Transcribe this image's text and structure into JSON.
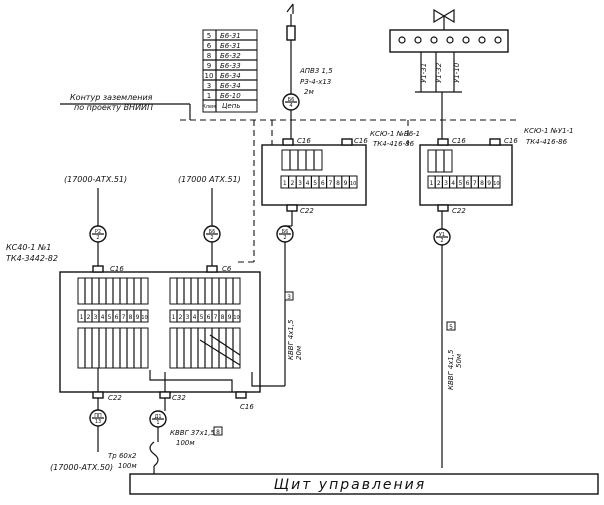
{
  "table": {
    "rows": [
      [
        "5",
        "Б6-31"
      ],
      [
        "6",
        "Б6-31"
      ],
      [
        "8",
        "Б6-32"
      ],
      [
        "9",
        "Б6-33"
      ],
      [
        "10",
        "Б6-34"
      ],
      [
        "3",
        "Б6-34"
      ],
      [
        "1",
        "Б6-10"
      ],
      [
        "Клем",
        "Цепь"
      ]
    ]
  },
  "labels": {
    "cable_top": "АПВ3 1,5",
    "cable_top_spec": "РЗ-4-х13",
    "cable_top_len": "2м",
    "ground_1": "Контур заземления",
    "ground_2": "по проекту ВНИИП",
    "box_mid_title": "КСЮ-1 №Б6-1",
    "box_mid_type": "ТК4-416-86",
    "box_right_title": "КСЮ-1 №У1-1",
    "box_right_type": "ТК4-416-86",
    "box_left_title": "КС40-1 №1",
    "box_left_type": "ТК4-3442-82",
    "ref_1": "(17000-АТХ.51)",
    "ref_2": "(17000 АТХ.51)",
    "ref_bottom": "(17000-АТХ.50)",
    "gland_c16": "С16",
    "gland_c22": "С22",
    "gland_c6": "С6",
    "gland_c32": "С32",
    "cable_kvvg_20": "КВВГ 4х1,5",
    "len_20": "20м",
    "cable_kvvg_50": "КВВГ 4х1,5",
    "len_50": "50м",
    "cable_kvvg_37": "КВВГ 37х1,5",
    "len_100_a": "100м",
    "tp_label": "Тр 60х2",
    "len_100_b": "100м",
    "control_panel": "Щит управления",
    "mark_3": "3",
    "mark_5": "5",
    "mark_8": "8"
  },
  "markers": {
    "b6": [
      "Б6",
      "4"
    ],
    "b6_2": [
      "Б6",
      "2"
    ],
    "u1": [
      "У1",
      "2"
    ],
    "p2": [
      "Р2",
      "2"
    ],
    "r2": [
      "Б6",
      "2"
    ],
    "m1": [
      "ПП",
      "13"
    ],
    "d1": [
      "Д1",
      "1"
    ]
  },
  "sensor_labels": [
    "У1-31",
    "У1-32",
    "У1-10"
  ],
  "terminals": [
    "1",
    "2",
    "3",
    "4",
    "5",
    "6",
    "7",
    "8",
    "9",
    "10"
  ],
  "left_terminals": [
    "1",
    "2",
    "3",
    "4",
    "5",
    "6",
    "7",
    "8",
    "9",
    "10"
  ]
}
